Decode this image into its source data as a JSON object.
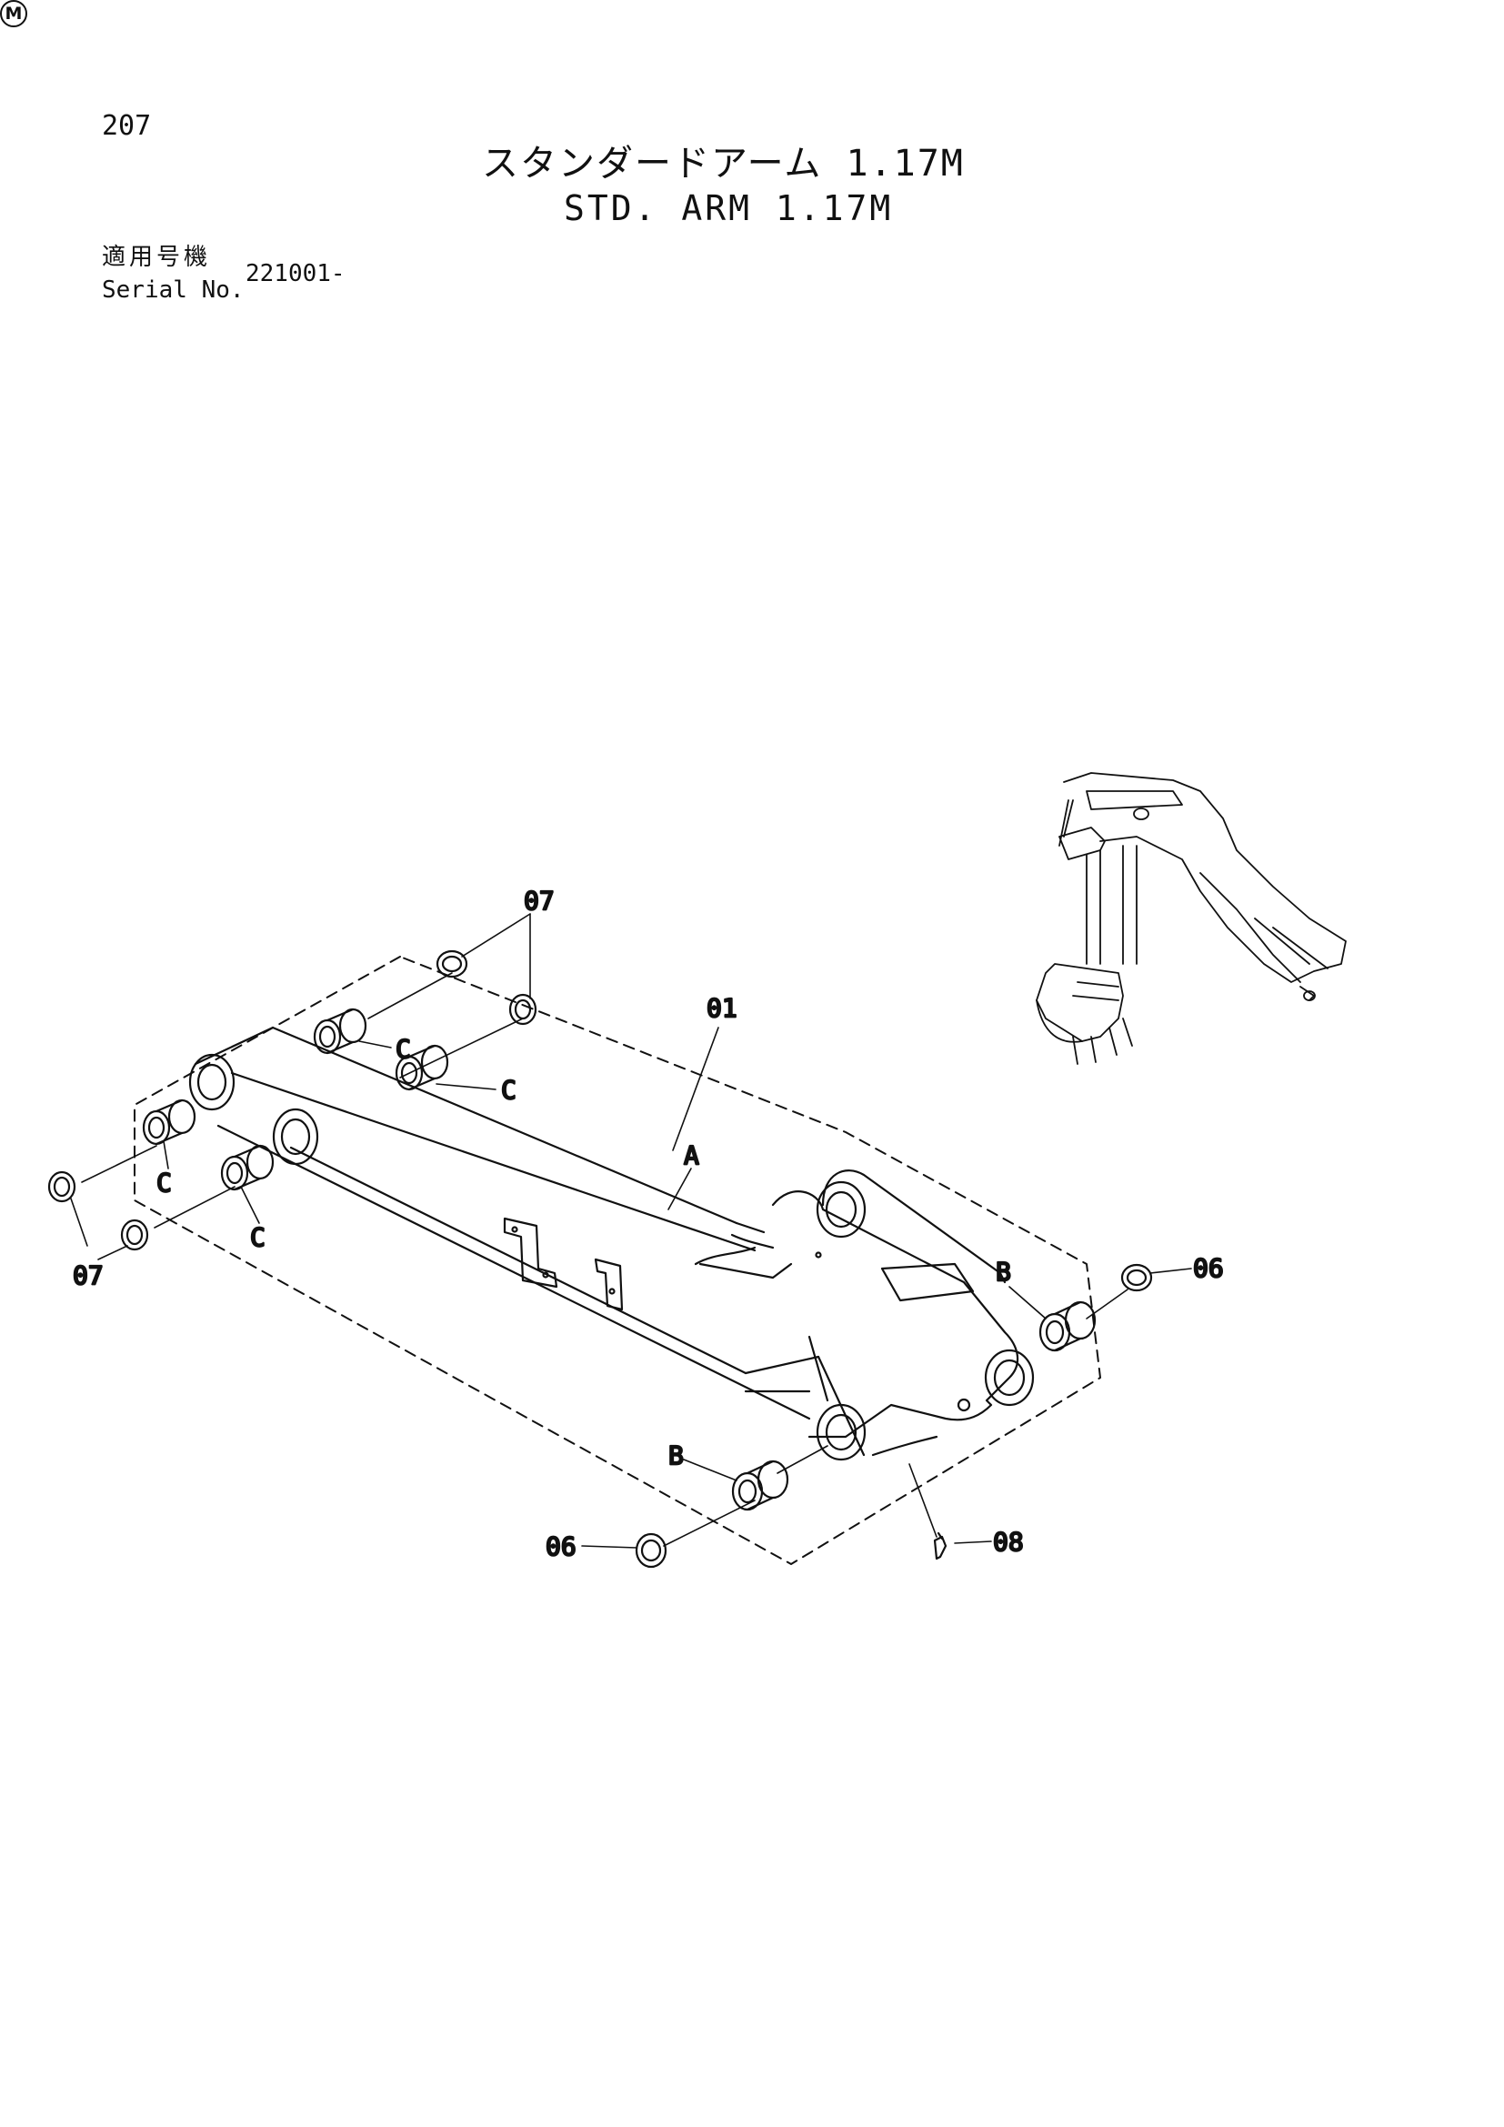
{
  "header": {
    "page_number": "207",
    "title_ja": "スタンダードアーム 1.17M",
    "title_en": "STD. ARM 1.17M",
    "serial_label_ja": "適用号機",
    "serial_label_en": "Serial No.",
    "serial_value": "221001-"
  },
  "callouts": {
    "arm": "01",
    "washer_top": "07",
    "washer_left": "07",
    "bushing_top_1": "C",
    "bushing_top_2": "C",
    "bushing_left_1": "C",
    "bushing_left_2": "C",
    "weld_a": "A",
    "bushing_right": "B",
    "bushing_bottom": "B",
    "washer_right": "06",
    "washer_bottom": "06",
    "grease_fitting": "08"
  },
  "mark": "M",
  "colors": {
    "ink": "#111111",
    "paper": "#ffffff"
  }
}
